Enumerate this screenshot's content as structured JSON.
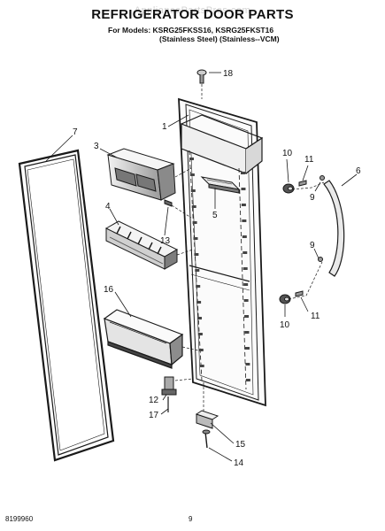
{
  "watermark": "AppliancePartsPros.com",
  "title": "REFRIGERATOR DOOR PARTS",
  "models_line": "For Models: KSRG25FKSS16, KSRG25FKST16",
  "variants_line": "(Stainless Steel)   (Stainless--VCM)",
  "footer_left": "8199960",
  "footer_page": "9",
  "callouts": [
    "1",
    "3",
    "4",
    "5",
    "6",
    "7",
    "9",
    "9",
    "10",
    "10",
    "11",
    "11",
    "12",
    "13",
    "14",
    "15",
    "16",
    "17",
    "18"
  ],
  "colors": {
    "line": "#1a1a1a",
    "shade": "#bdbdbd",
    "dark": "#555555"
  }
}
